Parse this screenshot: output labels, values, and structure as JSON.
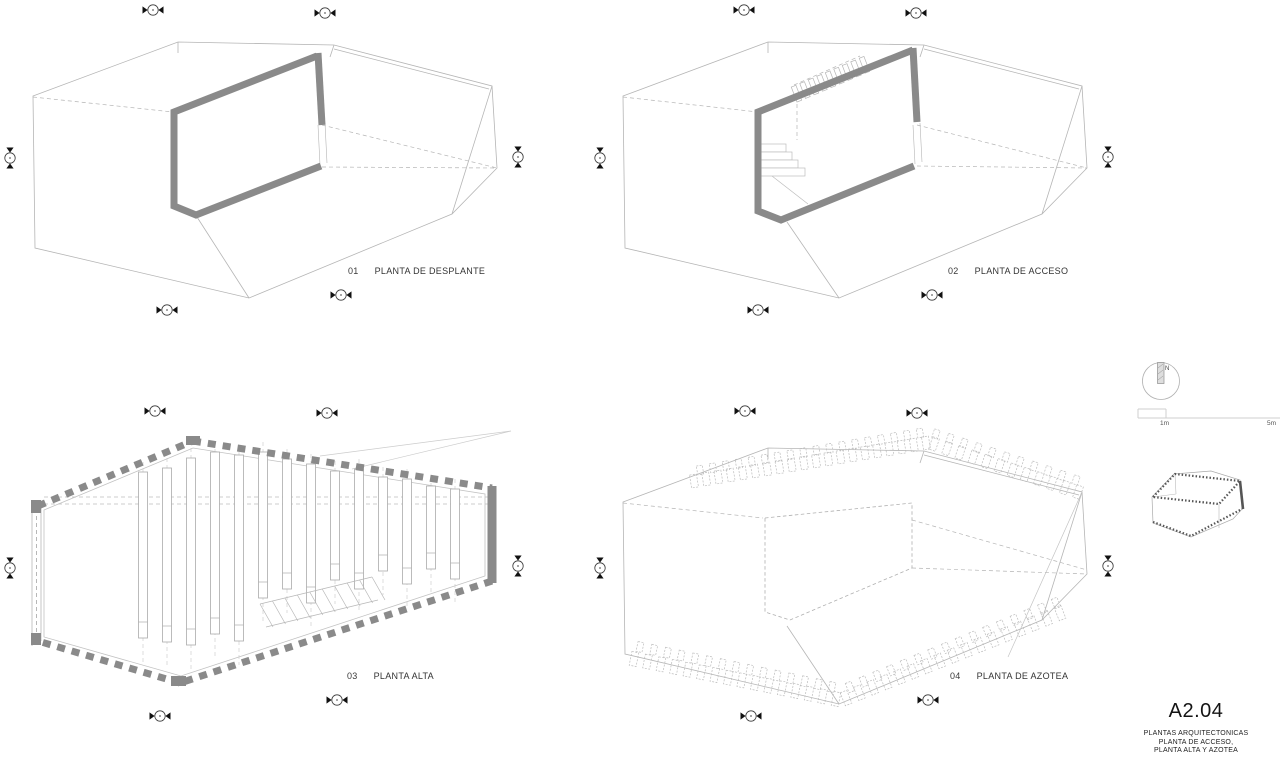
{
  "sheet": {
    "number": "A2.04",
    "title_line1": "PLANTAS ARQUITECTONICAS",
    "title_line2": "PLANTA DE ACCESO,",
    "title_line3": "PLANTA ALTA Y AZOTEA"
  },
  "drawings": [
    {
      "num": "01",
      "label": "PLANTA DE DESPLANTE"
    },
    {
      "num": "02",
      "label": "PLANTA DE ACCESO"
    },
    {
      "num": "03",
      "label": "PLANTA ALTA"
    },
    {
      "num": "04",
      "label": "PLANTA DE AZOTEA"
    }
  ],
  "north_label": "N",
  "scale": {
    "first": "1m",
    "last": "5m"
  },
  "icons": {
    "section_marker": "circle with opposing filled arrowheads",
    "north_arrow": "circle with hatched needle and N"
  },
  "colors": {
    "wall_gray": "#8a8a8a",
    "line_gray": "#b5b5b5",
    "ink": "#2b2b2b"
  }
}
